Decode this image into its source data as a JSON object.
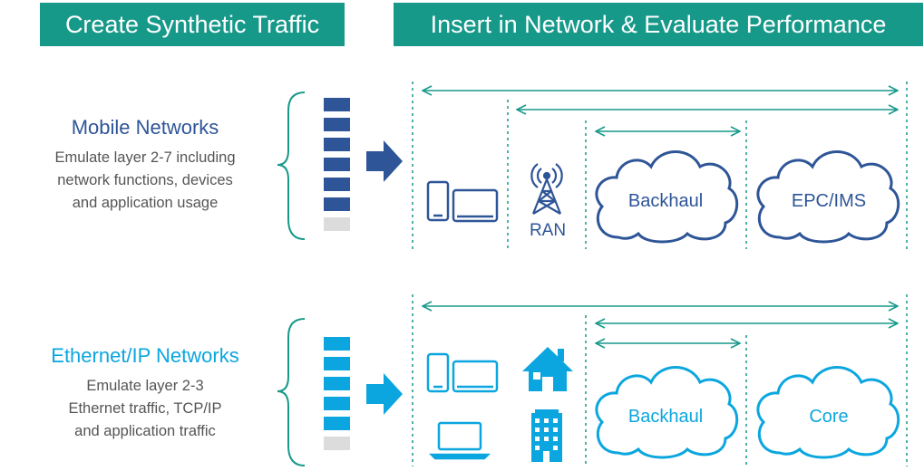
{
  "headers": {
    "left": "Create Synthetic Traffic",
    "right": "Insert in Network & Evaluate Performance"
  },
  "colors": {
    "teal": "#17998a",
    "mobile_blue": "#2e5597",
    "ethernet_blue": "#0ba6df",
    "gray": "#dcdcdc",
    "text_gray": "#555555"
  },
  "mobile": {
    "title": "Mobile Networks",
    "desc": [
      "Emulate layer 2-7 including",
      "network functions, devices",
      "and application usage"
    ],
    "ran_label": "RAN",
    "clouds": [
      "Backhaul",
      "EPC/IMS"
    ],
    "icons": [
      "phone-icon",
      "tablet-icon",
      "antenna-tower-icon"
    ]
  },
  "ethernet": {
    "title": "Ethernet/IP Networks",
    "desc": [
      "Emulate layer 2-3",
      "Ethernet traffic, TCP/IP",
      "and application traffic"
    ],
    "clouds": [
      "Backhaul",
      "Core"
    ],
    "icons": [
      "phone-icon",
      "tablet-icon",
      "house-icon",
      "laptop-icon",
      "building-icon"
    ]
  }
}
